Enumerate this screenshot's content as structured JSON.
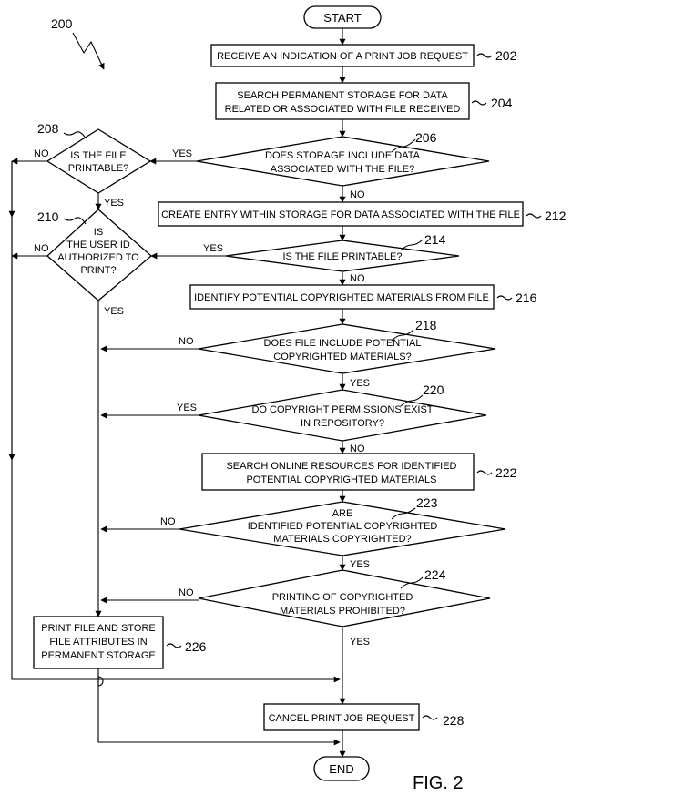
{
  "figure": {
    "ref_200": "200",
    "label": "FIG. 2"
  },
  "terminals": {
    "start": "START",
    "end": "END"
  },
  "steps": {
    "s202": {
      "lines": [
        "RECEIVE AN INDICATION OF A PRINT JOB REQUEST"
      ],
      "ref": "202"
    },
    "s204": {
      "lines": [
        "SEARCH PERMANENT STORAGE FOR DATA",
        "RELATED OR ASSOCIATED WITH FILE RECEIVED"
      ],
      "ref": "204"
    },
    "s212": {
      "lines": [
        "CREATE ENTRY WITHIN STORAGE FOR DATA ASSOCIATED WITH THE FILE"
      ],
      "ref": "212"
    },
    "s216": {
      "lines": [
        "IDENTIFY POTENTIAL COPYRIGHTED MATERIALS FROM FILE"
      ],
      "ref": "216"
    },
    "s222": {
      "lines": [
        "SEARCH ONLINE RESOURCES FOR IDENTIFIED",
        "POTENTIAL COPYRIGHTED MATERIALS"
      ],
      "ref": "222"
    },
    "s226": {
      "lines": [
        "PRINT FILE AND STORE",
        "FILE ATTRIBUTES IN",
        "PERMANENT STORAGE"
      ],
      "ref": "226"
    },
    "s228": {
      "lines": [
        "CANCEL PRINT JOB REQUEST"
      ],
      "ref": "228"
    }
  },
  "decisions": {
    "d206": {
      "lines": [
        "DOES STORAGE INCLUDE DATA",
        "ASSOCIATED WITH THE FILE?"
      ],
      "ref": "206"
    },
    "d208": {
      "lines": [
        "IS THE FILE",
        "PRINTABLE?"
      ],
      "ref": "208"
    },
    "d210": {
      "lines": [
        "IS",
        "THE USER ID",
        "AUTHORIZED TO",
        "PRINT?"
      ],
      "ref": "210"
    },
    "d214": {
      "lines": [
        "IS THE FILE PRINTABLE?"
      ],
      "ref": "214"
    },
    "d218": {
      "lines": [
        "DOES FILE INCLUDE POTENTIAL",
        "COPYRIGHTED MATERIALS?"
      ],
      "ref": "218"
    },
    "d220": {
      "lines": [
        "DO COPYRIGHT PERMISSIONS EXIST",
        "IN REPOSITORY?"
      ],
      "ref": "220"
    },
    "d223": {
      "lines": [
        "ARE",
        "IDENTIFIED POTENTIAL COPYRIGHTED",
        "MATERIALS COPYRIGHTED?"
      ],
      "ref": "223"
    },
    "d224": {
      "lines": [
        "PRINTING OF COPYRIGHTED",
        "MATERIALS PROHIBITED?"
      ],
      "ref": "224"
    }
  },
  "branch_labels": {
    "yes": "YES",
    "no": "NO"
  }
}
